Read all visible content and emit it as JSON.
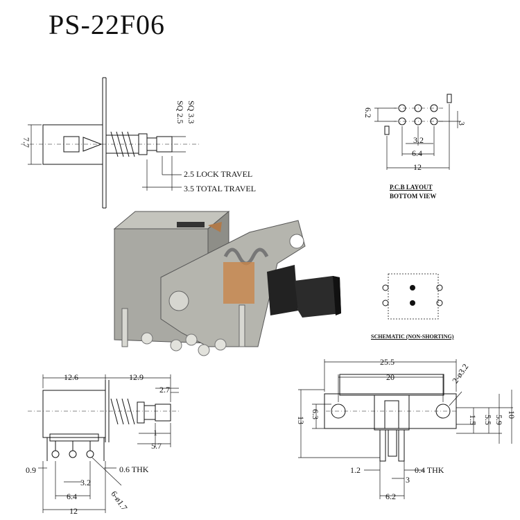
{
  "title": "PS-22F06",
  "side_view": {
    "dim_height": "7.7",
    "sq_small": "SQ 2.5",
    "sq_large": "SQ 3.3",
    "lock_travel": "2.5 LOCK TRAVEL",
    "total_travel": "3.5 TOTAL TRAVEL"
  },
  "pcb_layout": {
    "dim_pitch_y": "6.2",
    "dim_pad": "3",
    "dim_small": "3.2",
    "dim_mid": "6.4",
    "dim_width": "12",
    "caption": "P.C.B LAYOUT",
    "subcaption": "BOTTOM VIEW"
  },
  "schematic": {
    "caption": "SCHEMATIC (NON-SHORTING)"
  },
  "front_view": {
    "dim_left": "12.6",
    "dim_right": "12.9",
    "dim_27": "2.7",
    "dim_1": "1",
    "dim_57": "5.7",
    "dim_09": "0.9",
    "dim_thk": "0.6 THK",
    "dim_32": "3.2",
    "dim_64": "6.4",
    "dim_12": "12",
    "dim_hole": "6-ø1.7"
  },
  "end_view": {
    "dim_255": "25.5",
    "dim_20": "20",
    "dim_hole": "2-ø3.2",
    "dim_13": "13",
    "dim_63": "6.3",
    "dim_15": "1.5",
    "dim_55": "5.5",
    "dim_59": "5.9",
    "dim_10": "10",
    "dim_12": "1.2",
    "dim_thk": "0.4 THK",
    "dim_3": "3",
    "dim_62": "6.2"
  }
}
